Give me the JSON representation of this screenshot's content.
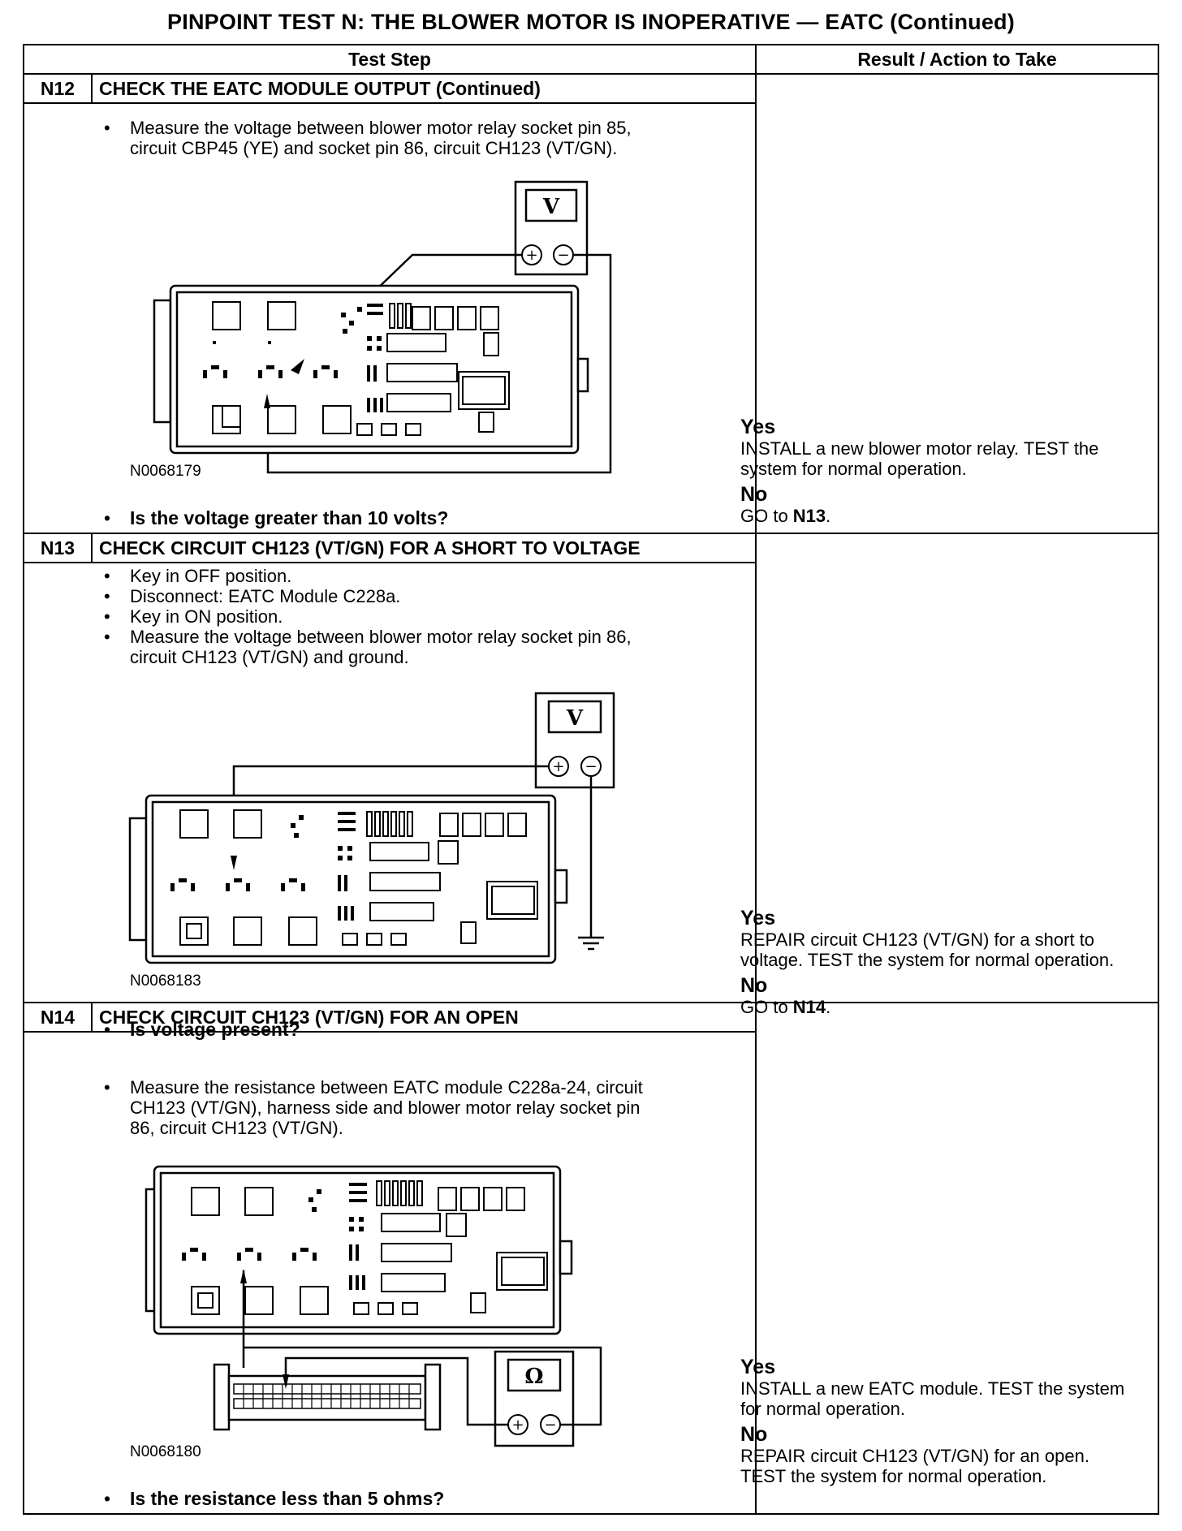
{
  "page_title": "PINPOINT TEST  N: THE BLOWER MOTOR IS INOPERATIVE — EATC (Continued)",
  "columns": {
    "test_step": "Test Step",
    "result": "Result / Action to Take"
  },
  "steps": [
    {
      "id": "N12",
      "title": "CHECK THE EATC MODULE OUTPUT (Continued)",
      "bullets": [
        "Measure the voltage between blower motor relay socket pin 85,\ncircuit CBP45 (YE) and socket pin 86, circuit CH123 (VT/GN)."
      ],
      "figure_code": "N0068179",
      "meter_symbol": "V",
      "question": "Is the voltage greater than 10 volts?",
      "yes_label": "Yes",
      "yes_text": "INSTALL a new blower motor relay. TEST the system for normal operation.",
      "no_label": "No",
      "no_prefix": "GO to ",
      "no_bold": "N13",
      "no_suffix": "."
    },
    {
      "id": "N13",
      "title": "CHECK CIRCUIT CH123 (VT/GN) FOR A SHORT TO VOLTAGE",
      "bullets": [
        "Key in OFF position.",
        "Disconnect: EATC Module C228a.",
        "Key in ON position.",
        "Measure the voltage between blower motor relay socket pin 86,\ncircuit CH123 (VT/GN) and ground."
      ],
      "figure_code": "N0068183",
      "meter_symbol": "V",
      "question": "Is voltage present?",
      "yes_label": "Yes",
      "yes_text": "REPAIR circuit CH123 (VT/GN) for a short to voltage. TEST the system for normal operation.",
      "no_label": "No",
      "no_prefix": "GO to ",
      "no_bold": "N14",
      "no_suffix": "."
    },
    {
      "id": "N14",
      "title": "CHECK CIRCUIT CH123 (VT/GN) FOR AN OPEN",
      "bullets": [
        "Measure the resistance between EATC module C228a-24, circuit\nCH123 (VT/GN), harness side and blower motor relay socket pin\n86, circuit CH123 (VT/GN)."
      ],
      "figure_code": "N0068180",
      "meter_symbol": "Ω",
      "question": "Is the resistance less than 5 ohms?",
      "yes_label": "Yes",
      "yes_text": "INSTALL a new EATC module. TEST the system for normal operation.",
      "no_label": "No",
      "no_text": "REPAIR circuit CH123 (VT/GN) for an open. TEST the system for normal operation."
    }
  ]
}
